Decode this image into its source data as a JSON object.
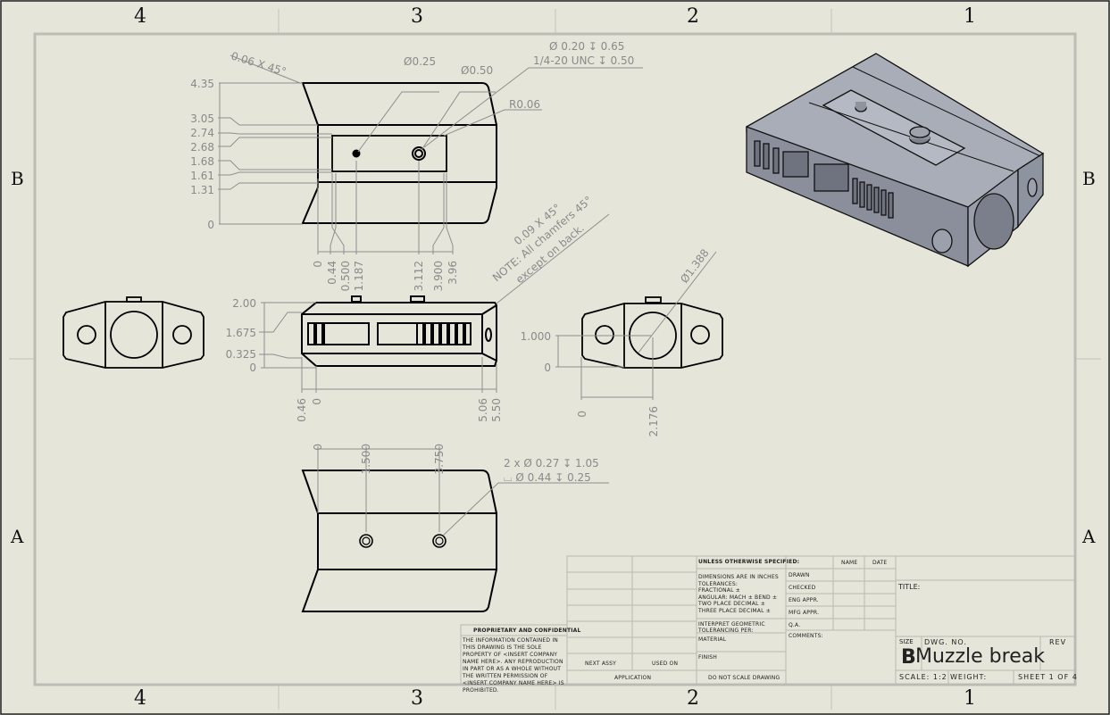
{
  "sheet": {
    "zones_top": [
      "4",
      "3",
      "2",
      "1"
    ],
    "zones_bottom": [
      "4",
      "3",
      "2",
      "1"
    ],
    "zones_left": [
      "B",
      "A"
    ],
    "zones_right": [
      "B",
      "A"
    ]
  },
  "top_view": {
    "chamfer_note": "0.06 X 45°",
    "hole_small": "Ø0.25",
    "hole_large": "Ø0.50",
    "thread_callout_1": "Ø 0.20 ↧ 0.65",
    "thread_callout_2": "1/4-20 UNC  ↧ 0.50",
    "radius": "R0.06",
    "y_dims": [
      "4.35",
      "3.05",
      "2.74",
      "2.68",
      "1.68",
      "1.61",
      "1.31",
      "0"
    ],
    "x_dims": [
      "0",
      "0.44",
      "0.500",
      "1.187",
      "3.112",
      "3.900",
      "3.96"
    ]
  },
  "front_view": {
    "note_line1": "0.09 X 45°",
    "note_line2": "NOTE: All chamfers 45°",
    "note_line3": "except on back.",
    "y_dims": [
      "2.00",
      "1.675",
      "0.325",
      "0"
    ],
    "x_dims": [
      "0.46",
      "0",
      "5.06",
      "5.50"
    ]
  },
  "right_view": {
    "bore": "Ø1.388",
    "y_dims": [
      "1.000",
      "0"
    ],
    "x_dims": [
      "0",
      "2.176"
    ]
  },
  "bottom_view": {
    "x_dims": [
      "0",
      "1.500",
      "3.750"
    ],
    "hole_callout_1": "2 x Ø 0.27 ↧ 1.05",
    "hole_callout_2": "⌴ Ø 0.44 ↧ 0.25"
  },
  "title_block": {
    "proprietary_heading": "PROPRIETARY AND CONFIDENTIAL",
    "proprietary_text": "THE INFORMATION CONTAINED IN THIS DRAWING IS THE SOLE PROPERTY OF <INSERT COMPANY NAME HERE>. ANY REPRODUCTION IN PART OR AS A WHOLE WITHOUT THE WRITTEN PERMISSION OF <INSERT COMPANY NAME HERE> IS PROHIBITED.",
    "next_assy": "NEXT ASSY",
    "used_on": "USED ON",
    "application": "APPLICATION",
    "unless_specified": "UNLESS OTHERWISE SPECIFIED:",
    "dimensions_text": "DIMENSIONS ARE IN INCHES",
    "tolerances": "TOLERANCES:",
    "fractional": "FRACTIONAL ±",
    "angular": "ANGULAR: MACH ±   BEND ±",
    "two_place": "TWO PLACE DECIMAL   ±",
    "three_place": "THREE PLACE DECIMAL  ±",
    "interpret": "INTERPRET GEOMETRIC TOLERANCING PER:",
    "material": "MATERIAL",
    "finish": "FINISH",
    "do_not_scale": "DO NOT SCALE DRAWING",
    "name_col": "NAME",
    "date_col": "DATE",
    "rows": [
      "DRAWN",
      "CHECKED",
      "ENG APPR.",
      "MFG APPR.",
      "Q.A."
    ],
    "comments": "COMMENTS:",
    "title_label": "TITLE:",
    "size_label": "SIZE",
    "size_value": "B",
    "dwg_no_label": "DWG.  NO.",
    "dwg_no_value": "Muzzle break",
    "rev_label": "REV",
    "scale": "SCALE: 1:2",
    "weight": "WEIGHT:",
    "sheet": "SHEET 1 OF 4"
  }
}
